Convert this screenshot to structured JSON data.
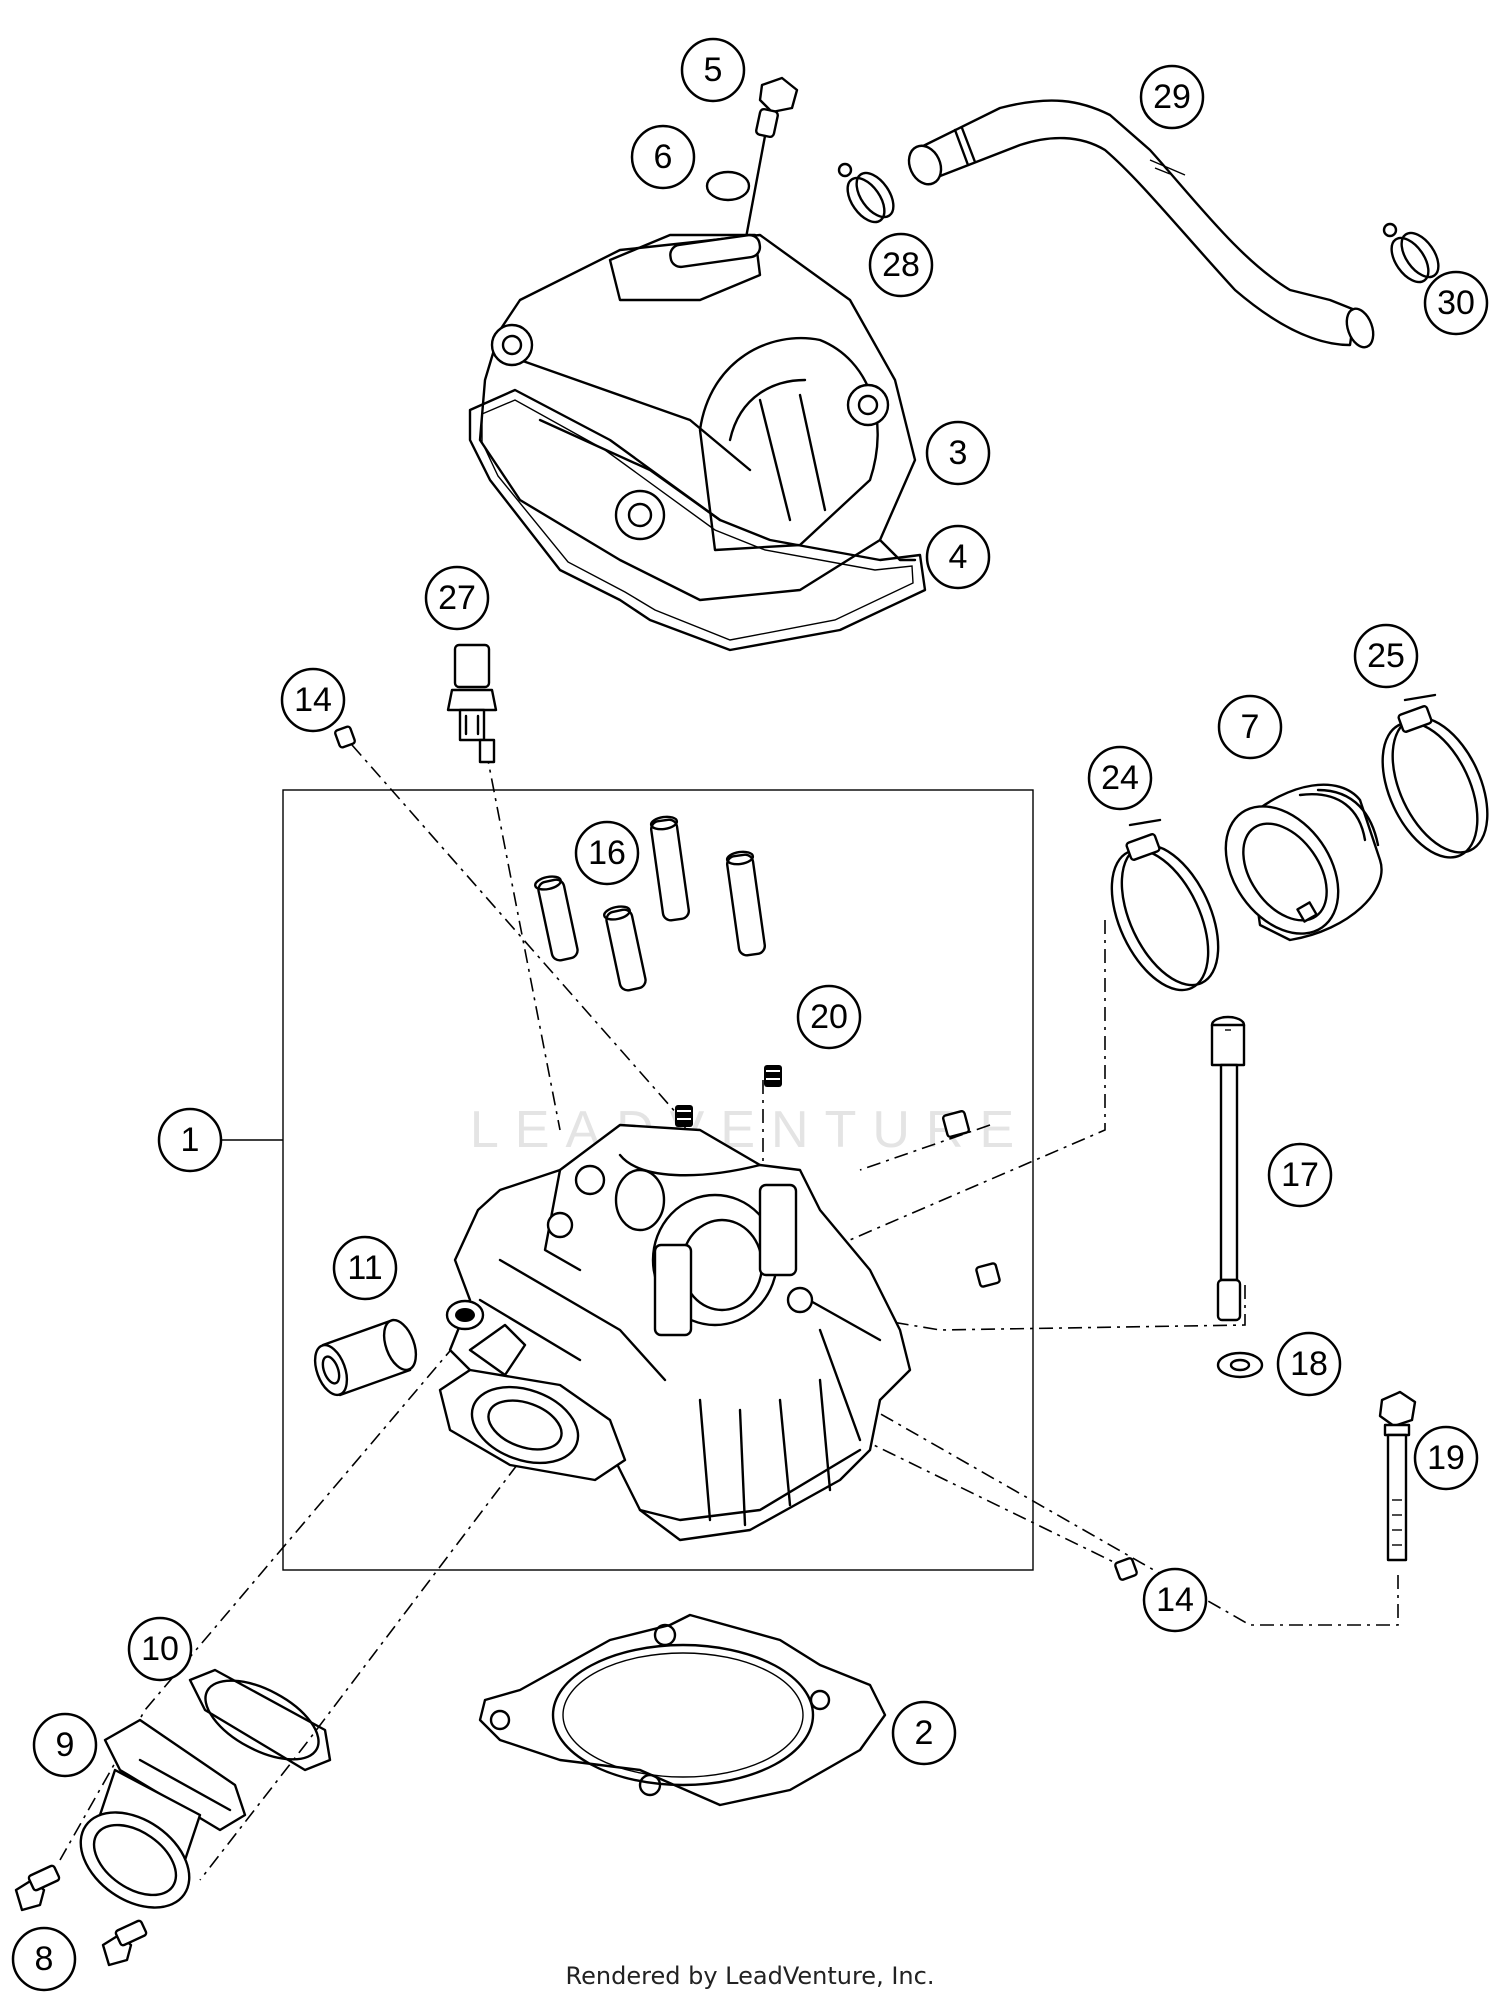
{
  "diagram": {
    "callouts": [
      {
        "id": "c1",
        "label": "1"
      },
      {
        "id": "c2",
        "label": "2"
      },
      {
        "id": "c3",
        "label": "3"
      },
      {
        "id": "c4",
        "label": "4"
      },
      {
        "id": "c5",
        "label": "5"
      },
      {
        "id": "c6",
        "label": "6"
      },
      {
        "id": "c7",
        "label": "7"
      },
      {
        "id": "c8",
        "label": "8"
      },
      {
        "id": "c9",
        "label": "9"
      },
      {
        "id": "c10",
        "label": "10"
      },
      {
        "id": "c11",
        "label": "11"
      },
      {
        "id": "c14a",
        "label": "14"
      },
      {
        "id": "c14b",
        "label": "14"
      },
      {
        "id": "c16",
        "label": "16"
      },
      {
        "id": "c17",
        "label": "17"
      },
      {
        "id": "c18",
        "label": "18"
      },
      {
        "id": "c19",
        "label": "19"
      },
      {
        "id": "c20",
        "label": "20"
      },
      {
        "id": "c24",
        "label": "24"
      },
      {
        "id": "c25",
        "label": "25"
      },
      {
        "id": "c27",
        "label": "27"
      },
      {
        "id": "c28",
        "label": "28"
      },
      {
        "id": "c29",
        "label": "29"
      },
      {
        "id": "c30",
        "label": "30"
      }
    ]
  },
  "watermark": "LEADVENTURE",
  "footer": "Rendered by LeadVenture, Inc."
}
